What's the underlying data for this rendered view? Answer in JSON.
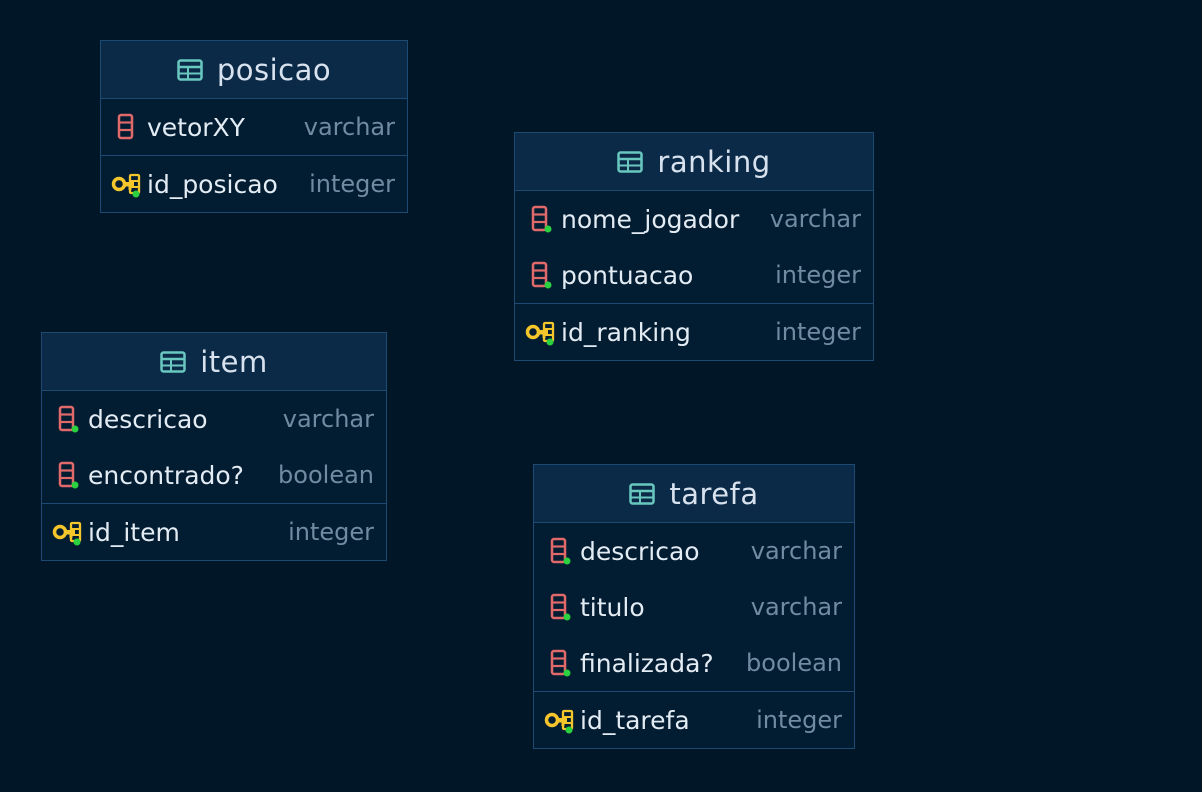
{
  "colors": {
    "background": "#011627",
    "table_border": "#1c4a72",
    "header_bg": "#0b2a47",
    "column_icon": "#e0696a",
    "key_icon": "#f4c62b",
    "not_null_dot": "#2bd13e",
    "table_icon": "#69c7c0",
    "type_text": "#728aa2"
  },
  "tables": {
    "posicao": {
      "name": "posicao",
      "icon": "table-grid-icon",
      "columns": [
        {
          "name": "vetorXY",
          "type": "varchar",
          "icon": "column-icon"
        }
      ],
      "primary_key": {
        "name": "id_posicao",
        "type": "integer",
        "icon": "primary-key-icon"
      }
    },
    "ranking": {
      "name": "ranking",
      "icon": "table-grid-icon",
      "columns": [
        {
          "name": "nome_jogador",
          "type": "varchar",
          "icon": "column-not-null-icon"
        },
        {
          "name": "pontuacao",
          "type": "integer",
          "icon": "column-not-null-icon"
        }
      ],
      "primary_key": {
        "name": "id_ranking",
        "type": "integer",
        "icon": "primary-key-icon"
      }
    },
    "item": {
      "name": "item",
      "icon": "table-grid-icon",
      "columns": [
        {
          "name": "descricao",
          "type": "varchar",
          "icon": "column-not-null-icon"
        },
        {
          "name": "encontrado?",
          "type": "boolean",
          "icon": "column-not-null-icon"
        }
      ],
      "primary_key": {
        "name": "id_item",
        "type": "integer",
        "icon": "primary-key-icon"
      }
    },
    "tarefa": {
      "name": "tarefa",
      "icon": "table-grid-icon",
      "columns": [
        {
          "name": "descricao",
          "type": "varchar",
          "icon": "column-not-null-icon"
        },
        {
          "name": "titulo",
          "type": "varchar",
          "icon": "column-not-null-icon"
        },
        {
          "name": "finalizada?",
          "type": "boolean",
          "icon": "column-not-null-icon"
        }
      ],
      "primary_key": {
        "name": "id_tarefa",
        "type": "integer",
        "icon": "primary-key-icon"
      }
    }
  }
}
